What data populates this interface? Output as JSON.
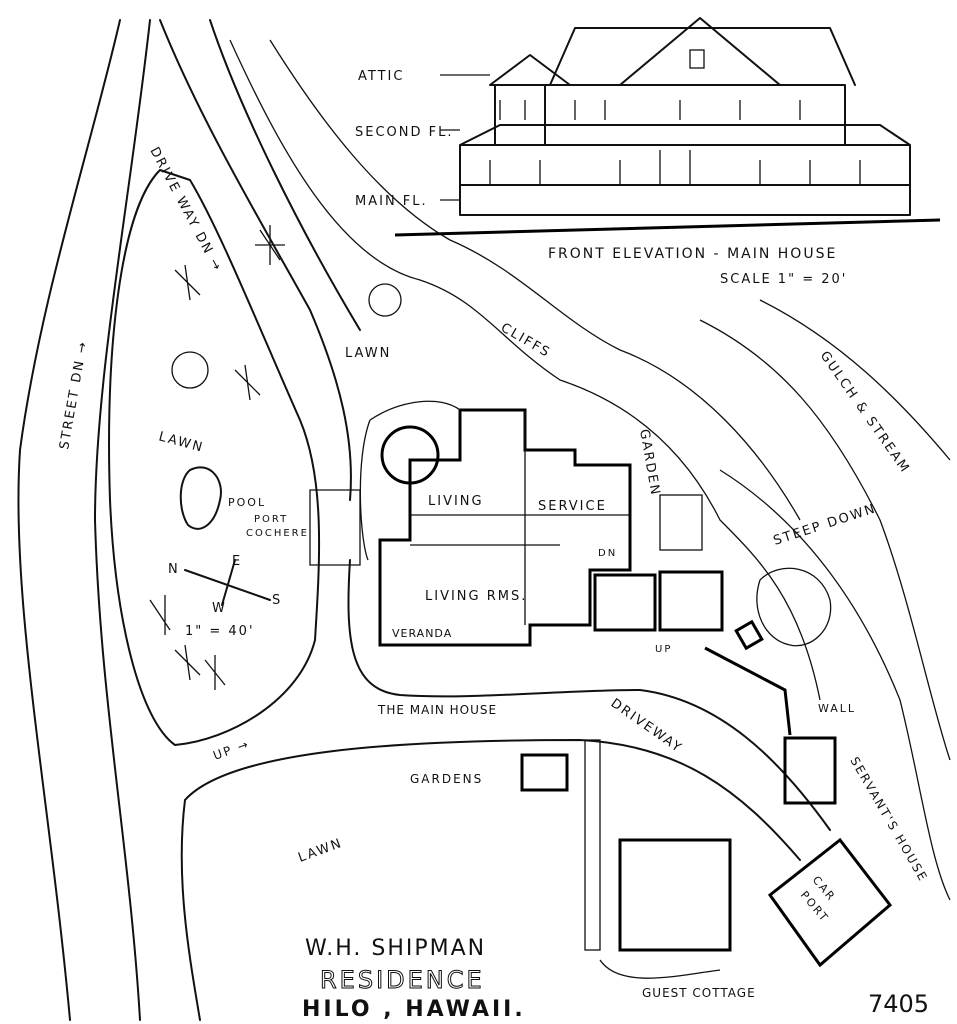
{
  "elevation": {
    "attic": "ATTIC",
    "second_floor": "SECOND FL.",
    "main_floor": "MAIN FL.",
    "title": "FRONT ELEVATION - MAIN HOUSE",
    "scale": "SCALE 1\" = 20'"
  },
  "plan": {
    "street": "STREET DN →",
    "drive_way": "DRIVE WAY DN →",
    "lawn_left": "LAWN",
    "pool": "POOL",
    "port_cochere_1": "PORT",
    "port_cochere_2": "COCHERE",
    "compass": {
      "n": "N",
      "e": "E",
      "w": "W",
      "s": "S"
    },
    "plan_scale": "1\" = 40'",
    "lawn_top": "LAWN",
    "cliffs": "CLIFFS",
    "garden": "GARDEN",
    "gulch": "GULCH & STREAM",
    "steep_down": "STEEP DOWN",
    "living": "LIVING",
    "service": "SERVICE",
    "dn": "DN",
    "living_rms": "LIVING RMS.",
    "veranda": "VERANDA",
    "up_small": "UP",
    "main_house": "THE MAIN HOUSE",
    "driveway": "DRIVEWAY",
    "wall": "WALL",
    "servants_house": "SERVANT'S HOUSE",
    "gardens": "GARDENS",
    "lawn_bottom": "LAWN",
    "up_arrow": "UP →",
    "car_port_1": "CAR",
    "car_port_2": "PORT",
    "guest_cottage": "GUEST COTTAGE"
  },
  "title_block": {
    "line1": "W.H. SHIPMAN",
    "line2": "RESIDENCE",
    "line3": "HILO , HAWAII.",
    "number": "7405"
  }
}
